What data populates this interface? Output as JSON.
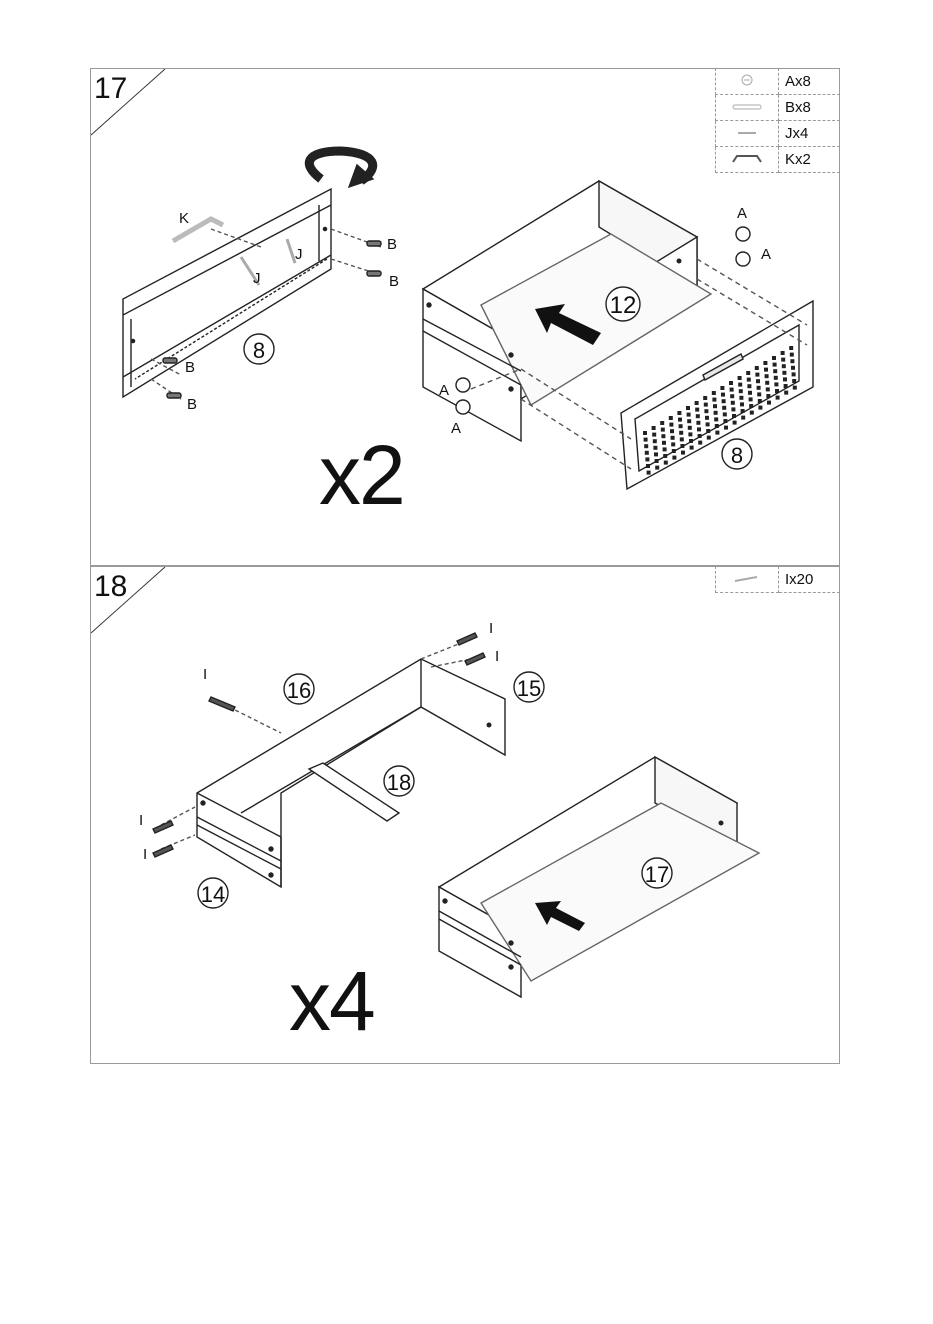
{
  "steps": [
    {
      "number": "17",
      "parts": [
        {
          "icon": "cam-lock-icon",
          "qty": "Ax8"
        },
        {
          "icon": "dowel-icon",
          "qty": "Bx8"
        },
        {
          "icon": "small-screw-icon",
          "qty": "Jx4"
        },
        {
          "icon": "handle-icon",
          "qty": "Kx2"
        }
      ],
      "labels": {
        "k": "K",
        "j": "J",
        "a": "A",
        "b": "B",
        "front_panel": "8",
        "back_panel": "8",
        "bottom": "12"
      },
      "multiplier": "x2"
    },
    {
      "number": "18",
      "parts": [
        {
          "icon": "screw-icon",
          "qty": "Ix20"
        }
      ],
      "labels": {
        "i": "I",
        "p16": "16",
        "p15": "15",
        "p18": "18",
        "p14": "14",
        "p17": "17"
      },
      "multiplier": "x4"
    }
  ]
}
